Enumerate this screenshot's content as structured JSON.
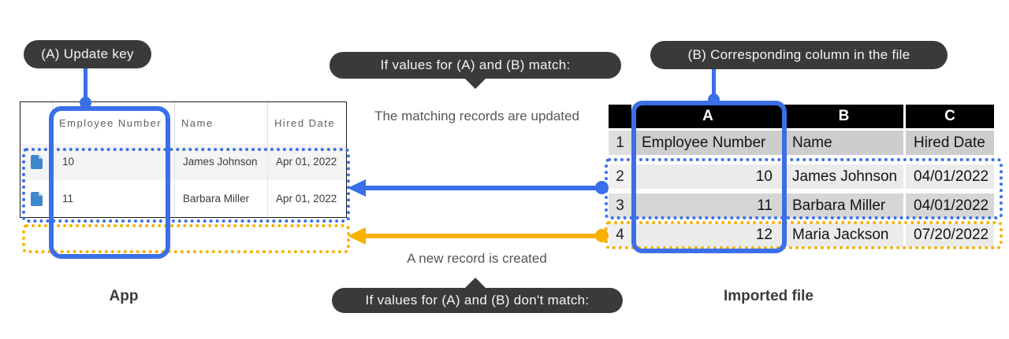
{
  "colors": {
    "accent_blue": "#3a6fe8",
    "accent_yellow": "#f8b100",
    "pill_background": "#3a3a3a",
    "file_icon_blue": "#3d87cc"
  },
  "callouts": {
    "update_key": "(A) Update key",
    "corresponding_column": "(B) Corresponding column in the file",
    "match_condition": "If values for (A) and (B) match:",
    "no_match_condition": "If values for (A) and (B) don't match:",
    "match_result": "The matching records are updated",
    "no_match_result": "A new record is created"
  },
  "app_table": {
    "label": "App",
    "columns": [
      "Employee Number",
      "Name",
      "Hired Date"
    ],
    "rows": [
      {
        "employee_number": "10",
        "name": "James Johnson",
        "hired_date": "Apr 01, 2022"
      },
      {
        "employee_number": "11",
        "name": "Barbara Miller",
        "hired_date": "Apr 01, 2022"
      }
    ]
  },
  "file_table": {
    "label": "Imported file",
    "column_letters": [
      "A",
      "B",
      "C"
    ],
    "rows": [
      {
        "num": "1",
        "a": "Employee Number",
        "b": "Name",
        "c": "Hired Date"
      },
      {
        "num": "2",
        "a": "10",
        "b": "James Johnson",
        "c": "04/01/2022"
      },
      {
        "num": "3",
        "a": "11",
        "b": "Barbara Miller",
        "c": "04/01/2022"
      },
      {
        "num": "4",
        "a": "12",
        "b": "Maria Jackson",
        "c": "07/20/2022"
      }
    ]
  }
}
